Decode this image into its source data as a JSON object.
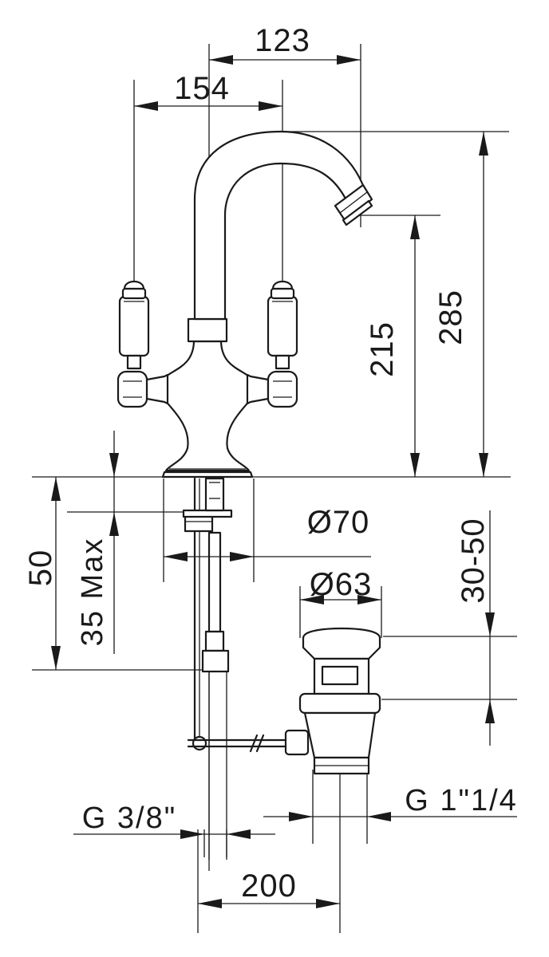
{
  "dimensions": {
    "spout_reach": "123",
    "handle_spacing": "154",
    "total_height": "285",
    "spout_height": "215",
    "deck_thickness": "50",
    "max_deck": "35 Max",
    "base_diameter": "Ø70",
    "waste_flange_diameter": "Ø63",
    "waste_adjust": "30-50",
    "waste_thread": "G 1\"1/4",
    "supply_thread": "G 3/8\"",
    "pull_rod_distance": "200"
  }
}
